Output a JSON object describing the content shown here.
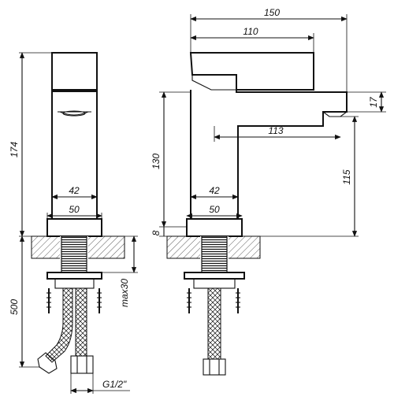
{
  "dimensions": {
    "total_height": "174",
    "hose_length": "500",
    "total_depth": "150",
    "handle_length": "110",
    "spout_height_offset": "17",
    "spout_reach": "113",
    "body_height": "130",
    "outlet_height": "115",
    "body_width_front": "42",
    "base_width_front": "50",
    "body_width_side": "42",
    "base_width_side": "50",
    "base_thickness": "8",
    "max_counter_thickness": "max30",
    "thread_size": "G1/2\""
  }
}
